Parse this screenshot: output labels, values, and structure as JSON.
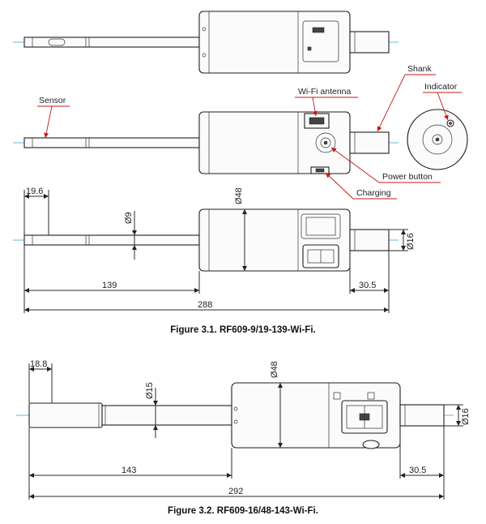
{
  "figures": [
    {
      "caption": "Figure 3.1. RF609-9/19-139-Wi-Fi.",
      "callouts": {
        "sensor": "Sensor",
        "wifi_antenna": "Wi-Fi antenna",
        "shank": "Shank",
        "indicator": "Indicator",
        "power_button": "Power button",
        "charging": "Charging"
      },
      "dimensions": {
        "tip_offset": "19.6",
        "probe_diameter": "Ø9",
        "body_diameter": "Ø48",
        "shank_diameter": "Ø16",
        "probe_length": "139",
        "shank_length": "30.5",
        "overall_length": "288"
      }
    },
    {
      "caption": "Figure 3.2. RF609-16/48-143-Wi-Fi.",
      "dimensions": {
        "tip_offset": "18.8",
        "probe_diameter": "Ø15",
        "body_diameter": "Ø48",
        "shank_diameter": "Ø16",
        "probe_length": "143",
        "shank_length": "30.5",
        "overall_length": "292"
      }
    }
  ],
  "colors": {
    "centerline": "#2aa6c8",
    "leader": "#c21a1a",
    "outline": "#1e1e1e"
  }
}
